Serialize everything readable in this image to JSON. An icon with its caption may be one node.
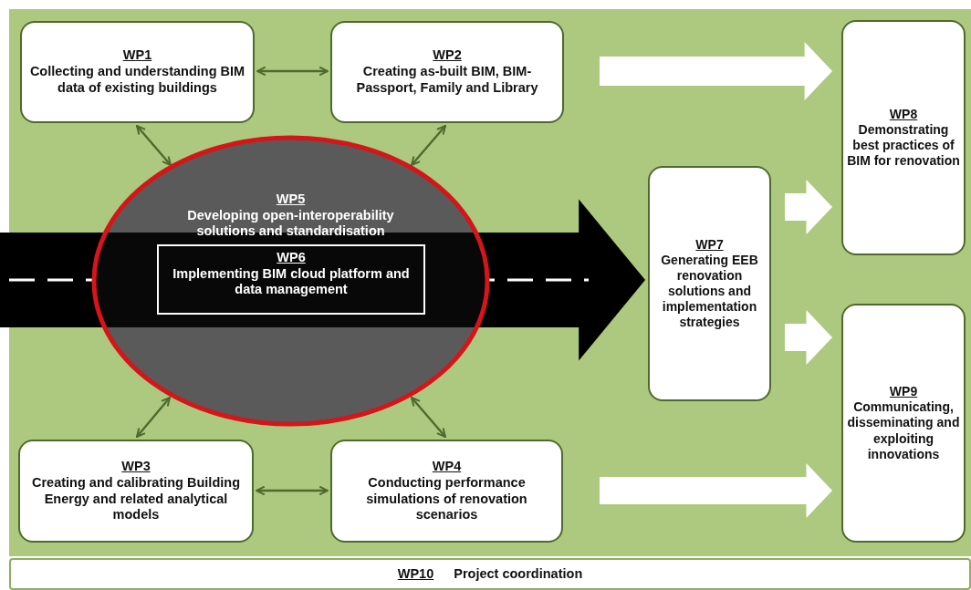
{
  "diagram": {
    "nodes": [
      {
        "text": [
          "WP1",
          "Collecting and understanding BIM data of existing buildings"
        ]
      },
      {
        "text": [
          "WP2",
          "Creating as-built BIM, BIM-Passport, Family and Library"
        ]
      },
      {
        "text": [
          "WP5",
          "Developing open-interoperability solutions and standardisation"
        ]
      },
      {
        "text": [
          "WP6",
          "Implementing BIM cloud platform and data management"
        ],
        "in": 2
      },
      {
        "text": [
          "WP3",
          "Creating and calibrating Building Energy and related analytical models"
        ]
      },
      {
        "text": [
          "WP4",
          "Conducting performance simulations of renovation scenarios"
        ]
      },
      {
        "text": [
          "WP7",
          "Generating EEB renovation solutions and implementation strategies"
        ]
      },
      {
        "text": [
          "WP8",
          "Demonstrating best practices of BIM for renovation"
        ]
      },
      {
        "text": [
          "WP9",
          "Communicating, disseminating and exploiting innovations"
        ]
      },
      {
        "text": [
          "WP10",
          "Project coordination"
        ]
      }
    ],
    "edges": [
      {
        "from": 0,
        "to": 1,
        "arrow": "both"
      },
      {
        "from": 0,
        "to": 2,
        "arrow": "both"
      },
      {
        "from": 1,
        "to": 2,
        "arrow": "both"
      },
      {
        "from": 4,
        "to": 2,
        "arrow": "both"
      },
      {
        "from": 5,
        "to": 2,
        "arrow": "both"
      },
      {
        "from": 4,
        "to": 5,
        "arrow": "both"
      },
      {
        "from": 1,
        "to": 7,
        "arrow": "to",
        "style": "thick",
        "color": "#ffffff"
      },
      {
        "from": 6,
        "to": 7,
        "arrow": "to",
        "style": "thick",
        "color": "#ffffff"
      },
      {
        "from": 6,
        "to": 8,
        "arrow": "to",
        "style": "thick",
        "color": "#ffffff"
      },
      {
        "from": 5,
        "to": 8,
        "arrow": "to",
        "style": "thick",
        "color": "#ffffff"
      },
      {
        "from": null,
        "to": 6,
        "arrow": "to",
        "style": "thick",
        "color": "#000000"
      }
    ]
  }
}
